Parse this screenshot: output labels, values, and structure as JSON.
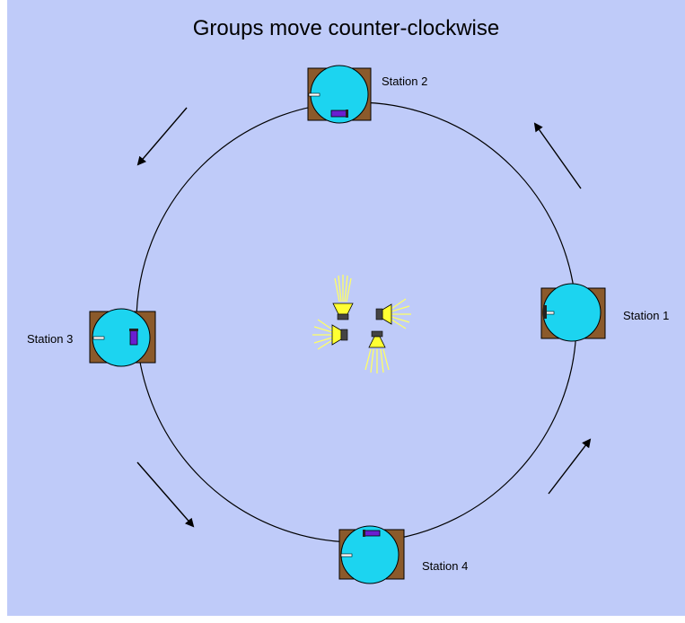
{
  "title": "Groups move counter-clockwise",
  "stations": [
    {
      "id": 1,
      "label": "Station 1"
    },
    {
      "id": 2,
      "label": "Station 2"
    },
    {
      "id": 3,
      "label": "Station 3"
    },
    {
      "id": 4,
      "label": "Station 4"
    }
  ],
  "colors": {
    "background": "#bfcbf9",
    "table": "#8b5a2b",
    "disk": "#1cd4f0",
    "device": "#6a1fd0",
    "speaker": "#ffff33",
    "ray": "#ffff66",
    "ring": "#000000"
  }
}
